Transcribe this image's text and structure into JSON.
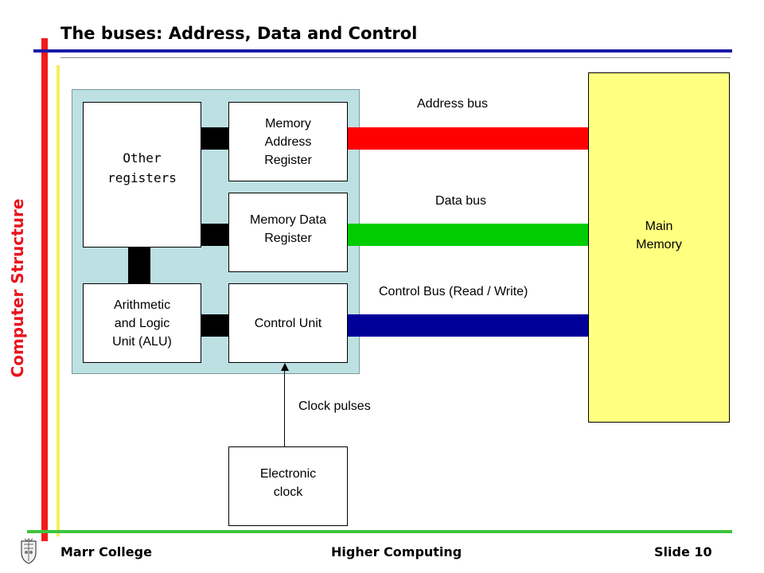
{
  "slide": {
    "title": "The buses: Address, Data and Control",
    "side_title": "Computer Structure"
  },
  "diagram": {
    "other_registers": "Other\nregisters",
    "mar": "Memory\nAddress\nRegister",
    "mdr": "Memory Data\nRegister",
    "alu": "Arithmetic\nand Logic\nUnit (ALU)",
    "control_unit": "Control Unit",
    "main_memory": "Main\nMemory",
    "electronic_clock": "Electronic\nclock",
    "address_bus_label": "Address bus",
    "data_bus_label": "Data bus",
    "control_bus_label": "Control Bus (Read / Write)",
    "clock_pulses_label": "Clock pulses"
  },
  "colors": {
    "address_bus": "#ff0000",
    "data_bus": "#00cc00",
    "control_bus": "#000099",
    "cpu_background": "#bde0e2",
    "memory_background": "#ffff80"
  },
  "footer": {
    "left": "Marr College",
    "center": "Higher Computing",
    "right": "Slide 10"
  }
}
